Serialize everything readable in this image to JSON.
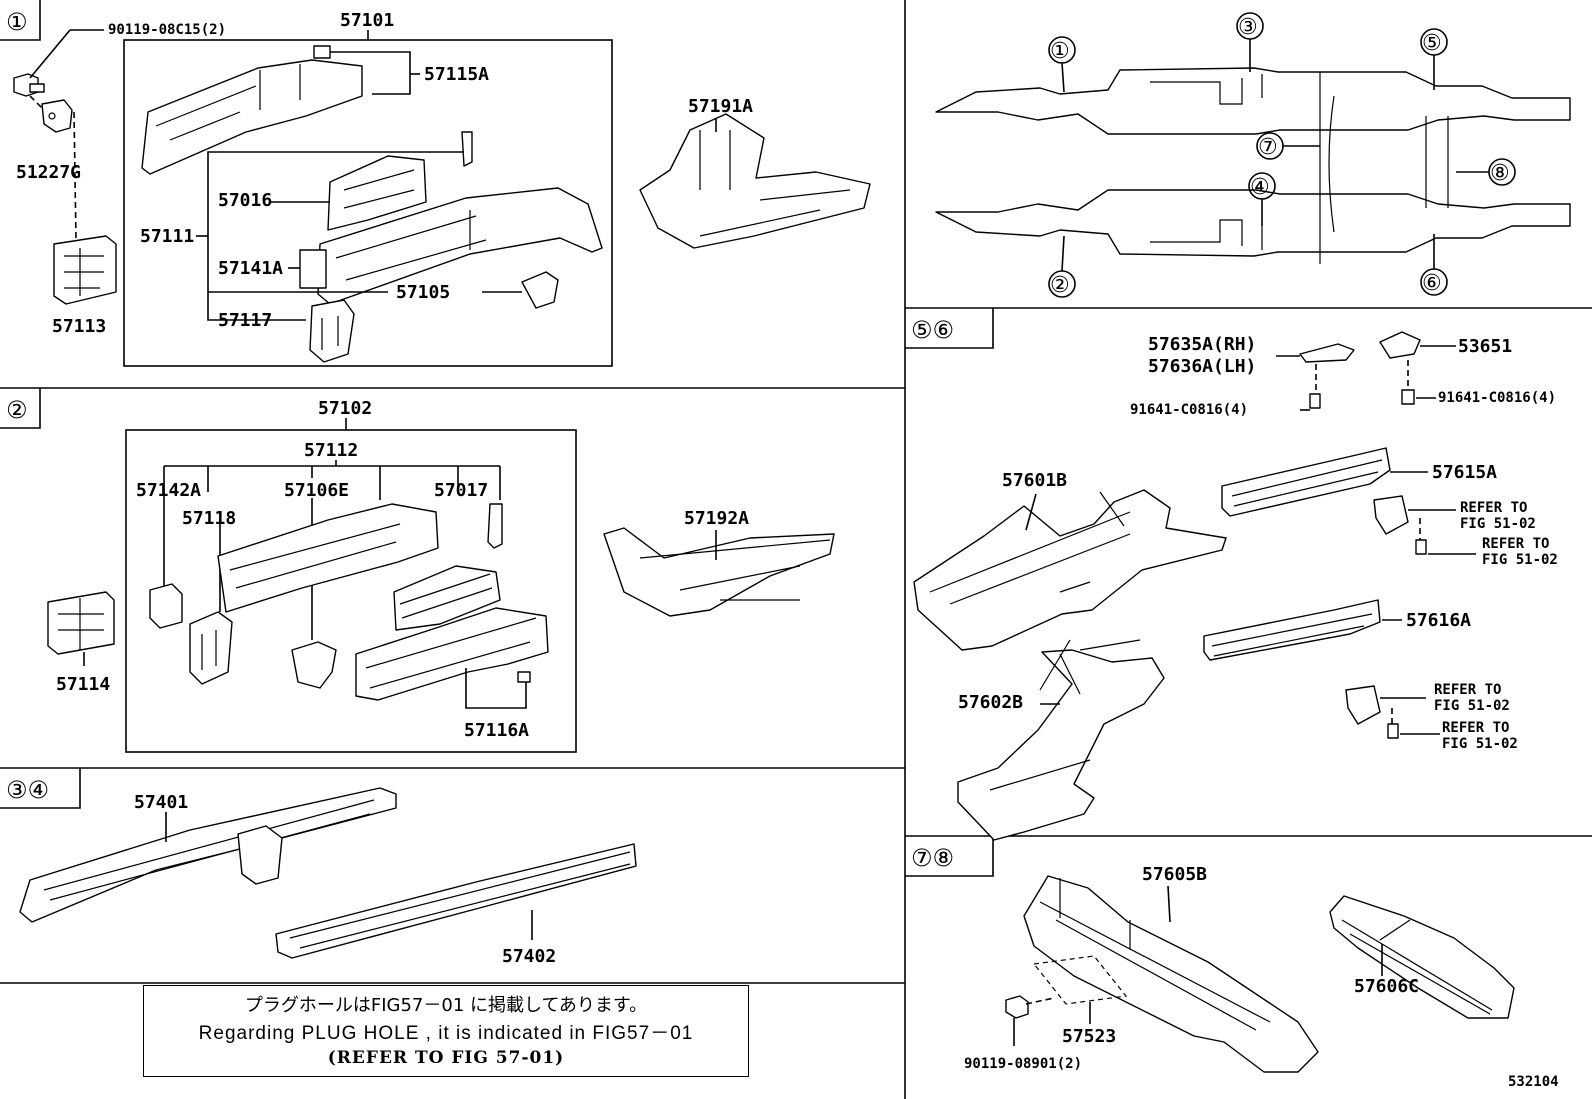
{
  "labels": {
    "s1": {
      "marker": "①",
      "bolt": "90119-08C15(2)",
      "frame": "57101",
      "p57115a": "57115A",
      "p51227g": "51227G",
      "p57016": "57016",
      "p57111": "57111",
      "p57141a": "57141A",
      "p57105": "57105",
      "p57117": "57117",
      "p57113": "57113",
      "p57191a": "57191A"
    },
    "s2": {
      "marker": "②",
      "frame": "57102",
      "p57112": "57112",
      "p57142a": "57142A",
      "p57106e": "57106E",
      "p57017": "57017",
      "p57118": "57118",
      "p57114": "57114",
      "p57116a": "57116A",
      "p57192a": "57192A"
    },
    "s34": {
      "marker": "③④",
      "p57401": "57401",
      "p57402": "57402"
    },
    "s56": {
      "marker": "⑤⑥",
      "p57635a": "57635A(RH)",
      "p57636a": "57636A(LH)",
      "p53651": "53651",
      "bolt1": "91641-C0816(4)",
      "bolt2": "91641-C0816(4)",
      "p57601b": "57601B",
      "p57615a": "57615A",
      "refer1a": "REFER TO",
      "refer1b": "FIG 51-02",
      "refer2a": "REFER TO",
      "refer2b": "FIG 51-02",
      "p57616a": "57616A",
      "p57602b": "57602B",
      "refer3a": "REFER TO",
      "refer3b": "FIG 51-02",
      "refer4a": "REFER TO",
      "refer4b": "FIG 51-02"
    },
    "s78": {
      "marker": "⑦⑧",
      "p57605b": "57605B",
      "p57606c": "57606C",
      "p57523": "57523",
      "bolt": "90119-08901(2)"
    },
    "overview": {
      "m1": "①",
      "m2": "②",
      "m3": "③",
      "m4": "④",
      "m5": "⑤",
      "m6": "⑥",
      "m7": "⑦",
      "m8": "⑧"
    },
    "figure_id": "532104"
  },
  "note": {
    "jp": "プラグホールはFIG57－01 に掲載してあります。",
    "en": "Regarding PLUG HOLE , it is indicated in FIG57－01",
    "ref": "(REFER TO FIG 57-01)"
  }
}
